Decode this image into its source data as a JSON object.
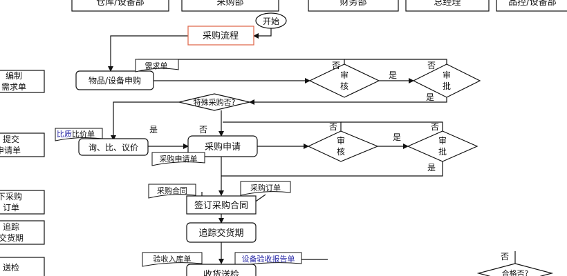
{
  "departments": [
    "仓库/设备部",
    "采购部",
    "财务部",
    "总经理",
    "品控/设备部"
  ],
  "steps": [
    {
      "line1": "编制",
      "line2": "需求单"
    },
    {
      "line1": "提交",
      "line2": "申请单"
    },
    {
      "line1": "下采购",
      "line2": "订单"
    },
    {
      "line1": "追踪",
      "line2": "交货期"
    },
    {
      "line1": "送检",
      "line2": ""
    }
  ],
  "flow": {
    "start": "开始",
    "process_title": "采购流程",
    "purchase_request": "物品/设备申购",
    "special_decision": "特殊采购否?",
    "inquiry": "询、比、议价",
    "purchase_apply": "采购申请",
    "sign_contract": "签订采购合同",
    "track_delivery": "追踪交货期",
    "receive_inspect": "收货送检",
    "review_1": {
      "line1": "审",
      "line2": "核"
    },
    "approve_1": {
      "line1": "审",
      "line2": "批"
    },
    "review_2": {
      "line1": "审",
      "line2": "核"
    },
    "approve_2": {
      "line1": "审",
      "line2": "批"
    },
    "qualified_decision": "合格否?"
  },
  "documents": {
    "demand_form": "需求单",
    "price_compare_prefix": "比质",
    "price_compare_suffix": "比价单",
    "apply_form": "采购申请单",
    "contract": "采购合同",
    "order": "采购订单",
    "warehouse_receipt": "验收入库单",
    "acceptance_report": "设备验收报告单"
  },
  "labels": {
    "yes": "是",
    "no": "否"
  }
}
